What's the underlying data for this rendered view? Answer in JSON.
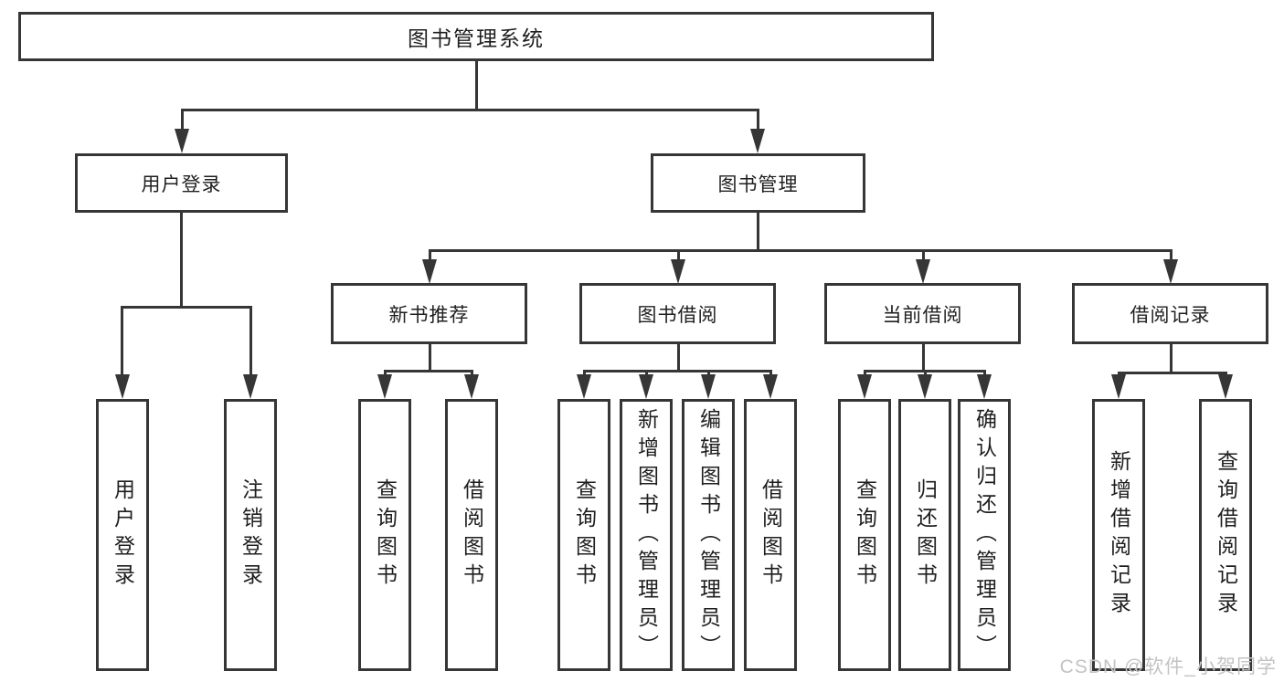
{
  "diagram": {
    "root": {
      "label": "图书管理系统"
    },
    "level2": [
      {
        "label": "用户登录",
        "leaves": [
          {
            "label": "用户登录"
          },
          {
            "label": "注销登录"
          }
        ]
      },
      {
        "label": "图书管理",
        "children": [
          {
            "label": "新书推荐",
            "leaves": [
              {
                "label": "查询图书"
              },
              {
                "label": "借阅图书"
              }
            ]
          },
          {
            "label": "图书借阅",
            "leaves": [
              {
                "label": "查询图书"
              },
              {
                "label": "新增图书（管理员）"
              },
              {
                "label": "编辑图书（管理员）"
              },
              {
                "label": "借阅图书"
              }
            ]
          },
          {
            "label": "当前借阅",
            "leaves": [
              {
                "label": "查询图书"
              },
              {
                "label": "归还图书"
              },
              {
                "label": "确认归还（管理员）"
              }
            ]
          },
          {
            "label": "借阅记录",
            "leaves": [
              {
                "label": "新增借阅记录"
              },
              {
                "label": "查询借阅记录"
              }
            ]
          }
        ]
      }
    ],
    "colors": {
      "line": "#363636",
      "text": "#1f1f1f",
      "background": "#ffffff",
      "watermark": "#c3c3c3"
    }
  },
  "watermark": {
    "text": "CSDN @软件_小贺同学"
  }
}
